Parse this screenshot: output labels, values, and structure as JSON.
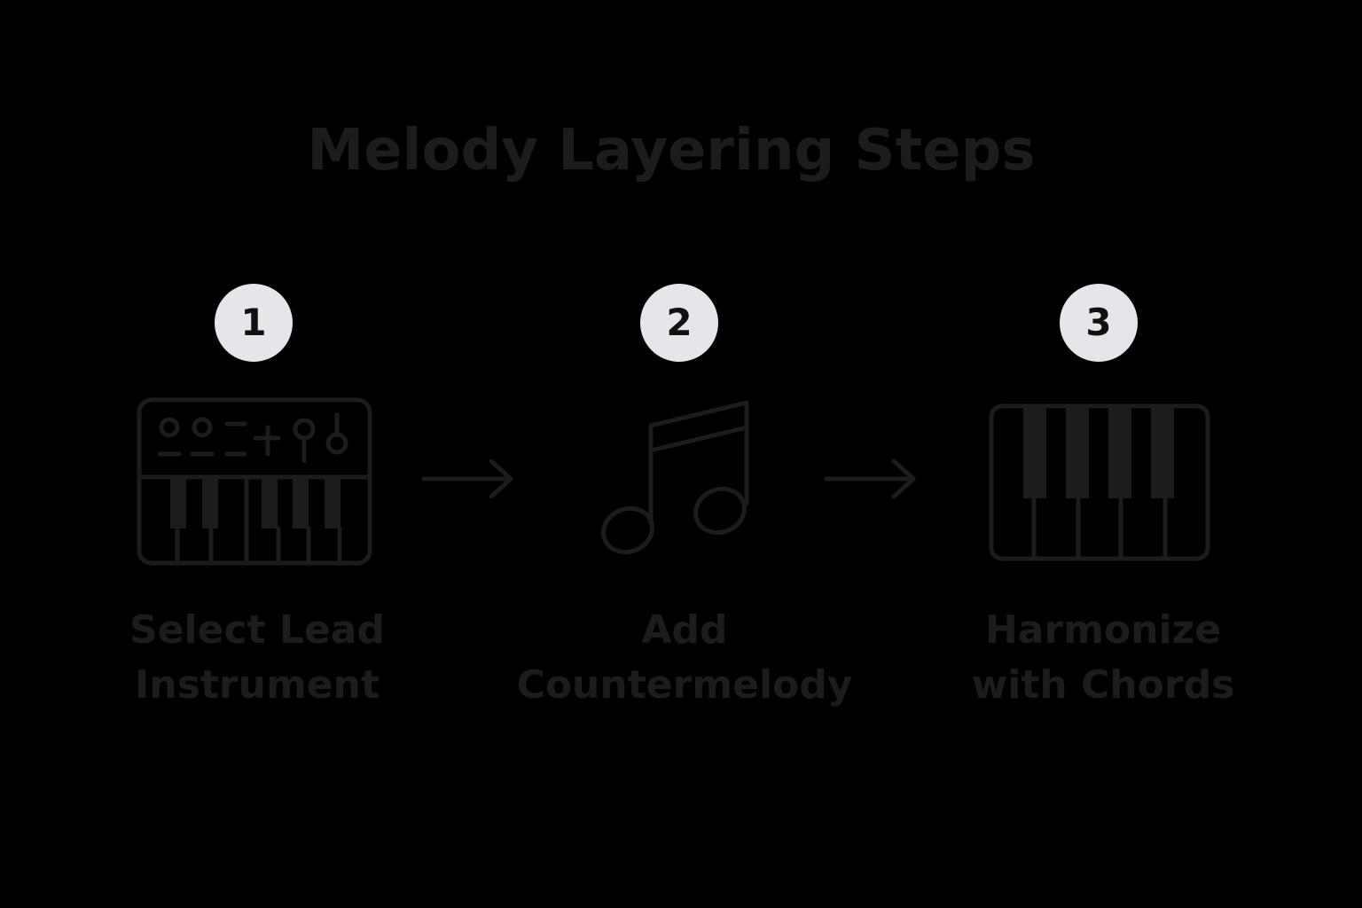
{
  "title": "Melody Layering Steps",
  "steps": [
    {
      "number": "1",
      "label_line1": "Select Lead",
      "label_line2": "Instrument",
      "icon": "synth-keyboard-icon"
    },
    {
      "number": "2",
      "label_line1": "Add",
      "label_line2": "Countermelody",
      "icon": "music-note-icon"
    },
    {
      "number": "3",
      "label_line1": "Harmonize",
      "label_line2": "with Chords",
      "icon": "piano-keys-icon"
    }
  ],
  "colors": {
    "background": "#000000",
    "foreground": "#1c1c1a",
    "badge": "#e4e6ea",
    "badge_text": "#111111"
  }
}
